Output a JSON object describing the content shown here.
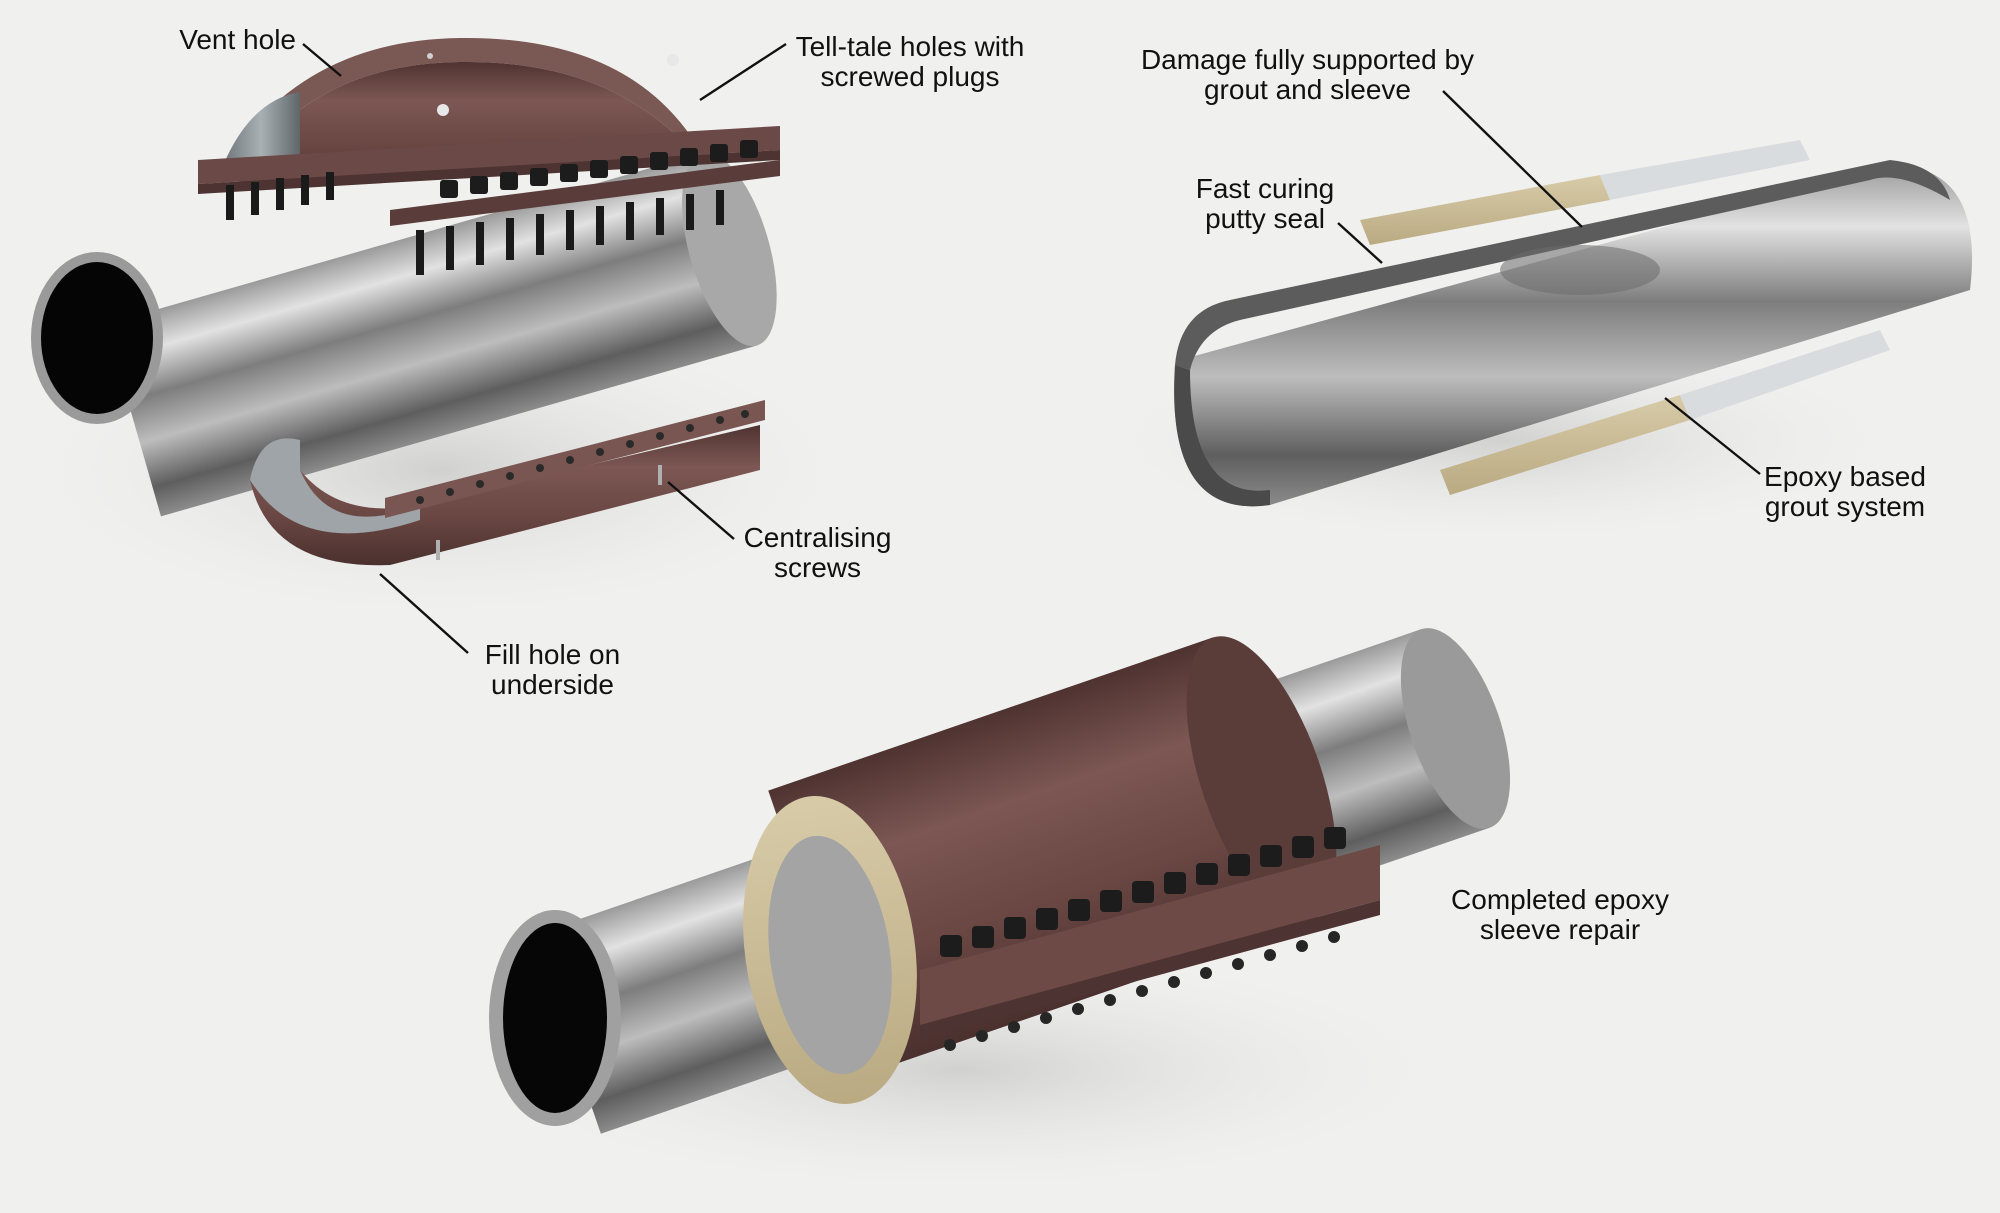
{
  "labels": {
    "vent_hole": "Vent hole",
    "telltale": [
      "Tell-tale holes with",
      "screwed plugs"
    ],
    "centralising": [
      "Centralising",
      "screws"
    ],
    "fill_hole": [
      "Fill hole on",
      "underside"
    ],
    "damage_supported": [
      "Damage fully supported by",
      "grout and sleeve"
    ],
    "putty_seal": [
      "Fast curing",
      "putty seal"
    ],
    "epoxy_grout": [
      "Epoxy based",
      "grout system"
    ],
    "completed": [
      "Completed epoxy",
      "sleeve repair"
    ]
  },
  "colors": {
    "background": "#f0f0ef",
    "steel": "#8a8a8a",
    "sleeve": "#6e4a46",
    "grout": "#c9bc97",
    "bolt": "#1c1c1c",
    "leader_line": "#111111"
  }
}
